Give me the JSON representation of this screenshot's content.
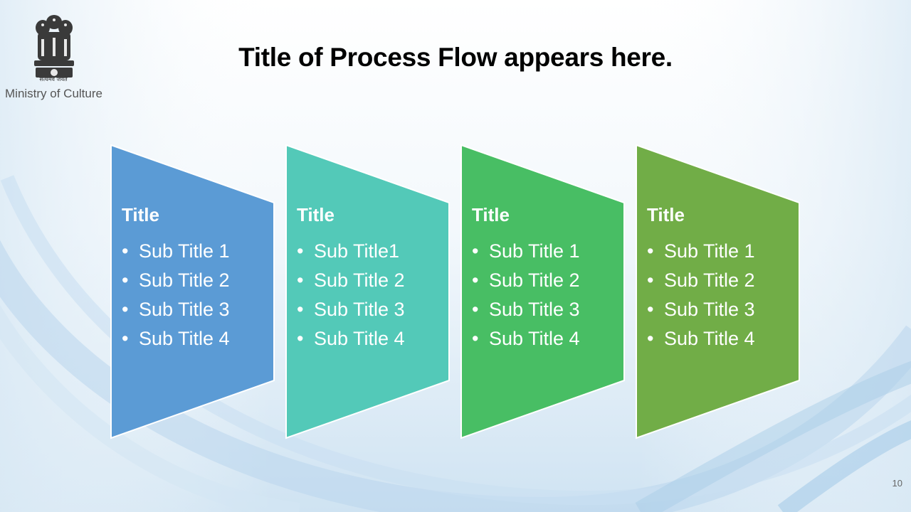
{
  "header": {
    "emblem_motto": "सत्यमेव जयते",
    "ministry_label": "Ministry of Culture",
    "title": "Title of Process Flow appears here."
  },
  "steps": [
    {
      "title": "Title",
      "items": [
        "Sub Title 1",
        "Sub Title 2",
        "Sub Title 3",
        "Sub Title 4"
      ],
      "color": "#5B9BD5"
    },
    {
      "title": "Title",
      "items": [
        "Sub Title1",
        "Sub Title 2",
        "Sub Title 3",
        "Sub Title 4"
      ],
      "color": "#53C9B8"
    },
    {
      "title": "Title",
      "items": [
        "Sub Title 1",
        "Sub Title 2",
        "Sub Title 3",
        "Sub Title 4"
      ],
      "color": "#48BE64"
    },
    {
      "title": "Title",
      "items": [
        "Sub Title 1",
        "Sub Title 2",
        "Sub Title 3",
        "Sub Title 4"
      ],
      "color": "#71AD47"
    }
  ],
  "footer": {
    "page_number": "10"
  }
}
